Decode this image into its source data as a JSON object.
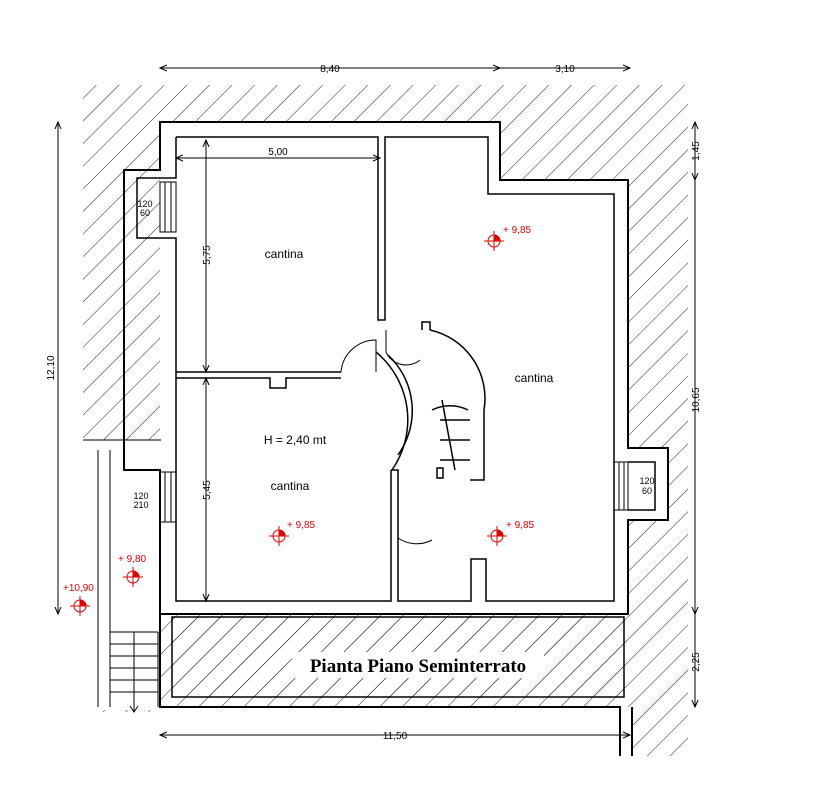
{
  "plan_title": "Pianta Piano Seminterrato",
  "rooms": {
    "top_left": "cantina",
    "bottom_left": "cantina",
    "right": "cantina",
    "height_note": "H = 2,40 mt"
  },
  "dimensions": {
    "top_left_width": "8,40",
    "top_right_width": "3,10",
    "inner_width": "5,00",
    "bottom_width": "11,50",
    "left_height": "12,10",
    "upper_room_height": "5,75",
    "lower_room_height": "5,45",
    "right_top": "1,45",
    "right_mid": "10,65",
    "right_bottom": "2,25"
  },
  "windows": {
    "left_upper": [
      "120",
      "60"
    ],
    "left_lower": [
      "120",
      "210"
    ],
    "right": [
      "120",
      "60"
    ]
  },
  "levels": {
    "right_room_top": "+ 9,85",
    "right_room_bottom": "+ 9,85",
    "left_room": "+ 9,85",
    "exterior_step": "+ 9,80",
    "exterior_ground": "+10,90"
  },
  "colors": {
    "wall": "#000000",
    "level_marker": "#e00000",
    "hatch": "#222222"
  }
}
